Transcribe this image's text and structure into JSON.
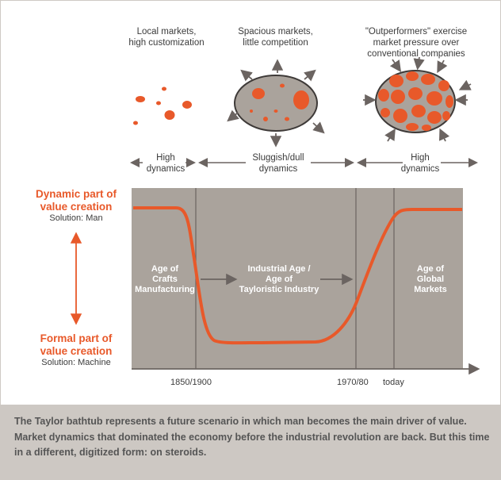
{
  "scenarios": [
    {
      "title_line1": "Local markets,",
      "title_line2": "high customization",
      "dyn_line1": "High",
      "dyn_line2": "dynamics"
    },
    {
      "title_line1": "Spacious markets,",
      "title_line2": "little competition",
      "dyn_line1": "Sluggish/dull",
      "dyn_line2": "dynamics"
    },
    {
      "title_line1": "\"Outperformers\" exercise",
      "title_line2": "market pressure over",
      "title_line3": "conventional companies",
      "dyn_line1": "High",
      "dyn_line2": "dynamics"
    }
  ],
  "axis": {
    "top_line1": "Dynamic part of",
    "top_line2": "value creation",
    "top_sub": "Solution: Man",
    "bottom_line1": "Formal part of",
    "bottom_line2": "value creation",
    "bottom_sub": "Solution: Machine"
  },
  "ages": [
    {
      "line1": "Age of",
      "line2": "Crafts",
      "line3": "Manufacturing"
    },
    {
      "line1": "Industrial Age /",
      "line2": "Age of",
      "line3": "Tayloristic Industry"
    },
    {
      "line1": "Age of",
      "line2": "Global",
      "line3": "Markets"
    }
  ],
  "ticks": [
    "1850/1900",
    "1970/80",
    "today"
  ],
  "caption": "The Taylor bathtub represents a future scenario in which man becomes the main driver of value. Market dynamics that dominated the economy before the industrial revolution are back. But this time in a different, digitized form: on steroids.",
  "colors": {
    "accent": "#e8592a",
    "panel": "#aaa39c",
    "caption_bg": "#cdc8c3",
    "arrow": "#6b6461"
  }
}
